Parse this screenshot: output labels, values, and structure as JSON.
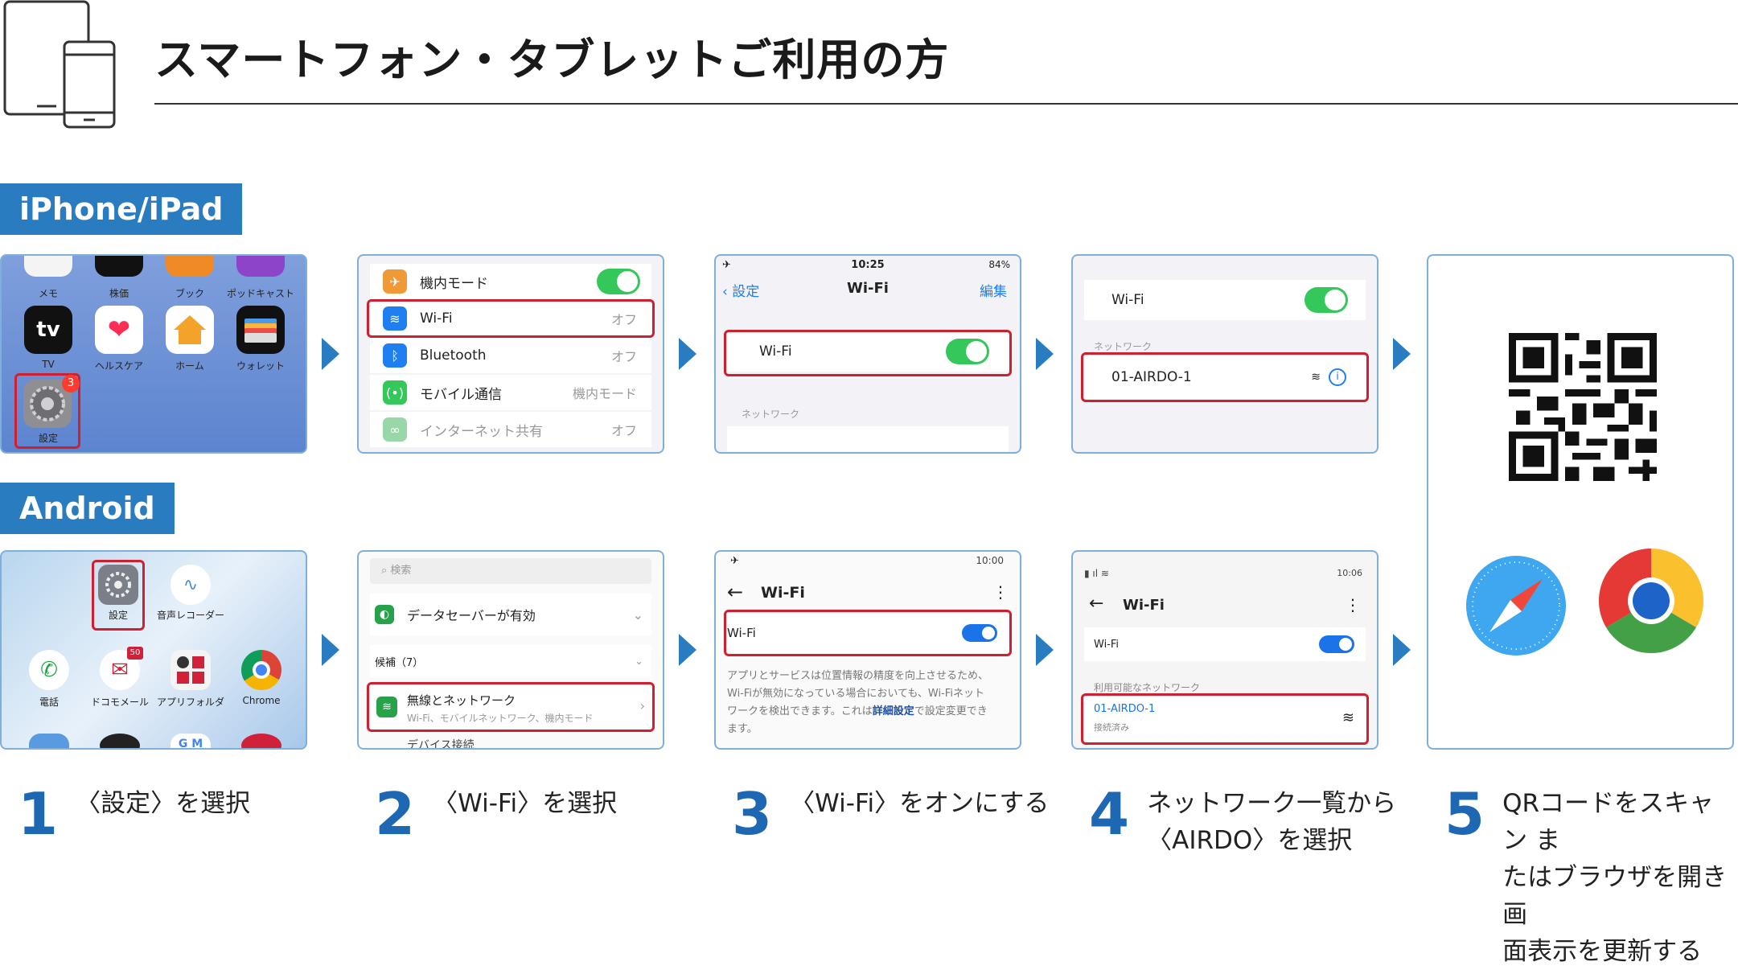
{
  "page_title": "スマートフォン・タブレットご利用の方",
  "badges": {
    "iphone": "iPhone/iPad",
    "android": "Android"
  },
  "ios_home": {
    "apps_top": [
      "メモ",
      "株価",
      "ブック",
      "ポッドキャスト"
    ],
    "apps_mid": [
      "TV",
      "ヘルスケア",
      "ホーム",
      "ウォレット"
    ],
    "atv": "tv",
    "settings": "設定",
    "settings_badge": "3"
  },
  "ios_settings": {
    "rows": [
      {
        "label": "機内モード",
        "value": ""
      },
      {
        "label": "Wi-Fi",
        "value": "オフ"
      },
      {
        "label": "Bluetooth",
        "value": "オフ"
      },
      {
        "label": "モバイル通信",
        "value": "機内モード"
      },
      {
        "label": "インターネット共有",
        "value": "オフ"
      }
    ]
  },
  "ios_wifi": {
    "time": "10:25",
    "battery": "84%",
    "back": "設定",
    "title": "Wi-Fi",
    "edit": "編集",
    "row": "Wi-Fi",
    "section": "ネットワーク"
  },
  "ios_network": {
    "wifi": "Wi-Fi",
    "section": "ネットワーク",
    "network": "01-AIRDO-1"
  },
  "android_home": {
    "settings": "設定",
    "recorder": "音声レコーダー",
    "apps": [
      "電話",
      "ドコモメール",
      "アプリフォルダ",
      "Chrome"
    ],
    "mail_badge": "50",
    "bottom_apps": "G M"
  },
  "android_settings": {
    "search": "検索",
    "datasaver": "データセーバーが有効",
    "section": "候補（7）",
    "network_title": "無線とネットワーク",
    "network_sub": "Wi-Fi、モバイルネットワーク、機内モード",
    "device": "デバイス接続"
  },
  "android_wifi": {
    "time": "10:00",
    "title": "Wi-Fi",
    "row": "Wi-Fi",
    "desc_1": "アプリとサービスは位置情報の精度を向上させるため、",
    "desc_2": "Wi-Fiが無効になっている場合においても、Wi-Fiネット",
    "desc_3": "ワークを検出できます。これは",
    "desc_link": "詳細設定",
    "desc_4": "で設定変更でき",
    "desc_5": "ます。"
  },
  "android_network": {
    "time": "10:06",
    "title": "Wi-Fi",
    "row": "Wi-Fi",
    "section": "利用可能なネットワーク",
    "network": "01-AIRDO-1",
    "status": "接続済み"
  },
  "steps": [
    {
      "num": "1",
      "line1": "〈設定〉を選択",
      "line2": "",
      "line3": ""
    },
    {
      "num": "2",
      "line1": "〈Wi-Fi〉を選択",
      "line2": "",
      "line3": ""
    },
    {
      "num": "3",
      "line1": "〈Wi-Fi〉をオンにする",
      "line2": "",
      "line3": ""
    },
    {
      "num": "4",
      "line1": "ネットワーク一覧から",
      "line2": "〈AIRDO〉を選択",
      "line3": ""
    },
    {
      "num": "5",
      "line1": "QRコードをスキャン ま",
      "line2": "たはブラウザを開き画",
      "line3": "面表示を更新する"
    }
  ],
  "colors": {
    "accent": "#2a7cc0",
    "step_number": "#1e67b3",
    "highlight": "#cf2030",
    "ios_toggle": "#34c759",
    "android_toggle": "#1a73e8"
  }
}
